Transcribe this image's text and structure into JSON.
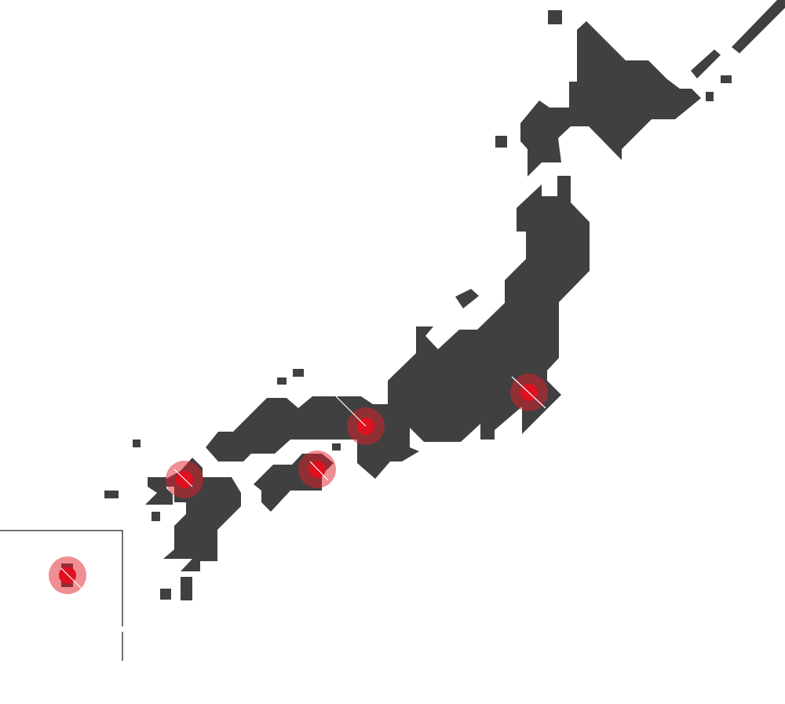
{
  "map": {
    "land_color": "#404040",
    "marker_outer_color": "#e01e28",
    "marker_inner_color": "#e0101e",
    "frame_color": "#404040",
    "markers": [
      "tokyo-marker",
      "osaka-marker",
      "shikoku-marker",
      "fukuoka-marker",
      "okinawa-marker"
    ]
  }
}
